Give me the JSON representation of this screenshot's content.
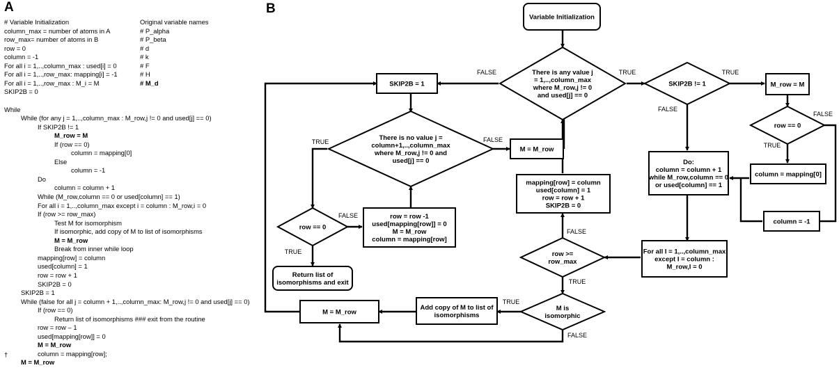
{
  "panelA": {
    "letter": "A",
    "original_header": "Original variable names",
    "code_lines": [
      {
        "text": "# Variable Initialization",
        "indent": 0,
        "bold": false
      },
      {
        "text": "column_max = number of atoms in A",
        "indent": 0,
        "bold": false
      },
      {
        "text": "row_max= number of atoms in B",
        "indent": 0,
        "bold": false
      },
      {
        "text": "row = 0",
        "indent": 0,
        "bold": false
      },
      {
        "text": "column = -1",
        "indent": 0,
        "bold": false
      },
      {
        "text": "For all i = 1,..,column_max : used[i] = 0",
        "indent": 0,
        "bold": false
      },
      {
        "text": "For all i = 1,..,row_max: mapping[i] = -1",
        "indent": 0,
        "bold": false
      },
      {
        "text": "For all i = 1,..,row_max : M_i = M",
        "indent": 0,
        "bold": false
      },
      {
        "text": "SKIP2B = 0",
        "indent": 0,
        "bold": false
      },
      {
        "text": "",
        "indent": 0,
        "bold": false
      },
      {
        "text": "While",
        "indent": 0,
        "bold": false
      },
      {
        "text": "While (for any j = 1,..,column_max : M_row,j != 0 and used[j] == 0)",
        "indent": 1,
        "bold": false
      },
      {
        "text": "If SKIP2B != 1",
        "indent": 2,
        "bold": false
      },
      {
        "text": "M_row = M",
        "indent": 3,
        "bold": true
      },
      {
        "text": "If (row == 0)",
        "indent": 3,
        "bold": false
      },
      {
        "text": "column = mapping[0]",
        "indent": 4,
        "bold": false
      },
      {
        "text": "Else",
        "indent": 3,
        "bold": false
      },
      {
        "text": "column = -1",
        "indent": 4,
        "bold": false
      },
      {
        "text": "Do",
        "indent": 2,
        "bold": false
      },
      {
        "text": "column = column + 1",
        "indent": 3,
        "bold": false
      },
      {
        "text": "While (M_row,column == 0 or used[column] == 1)",
        "indent": 2,
        "bold": false
      },
      {
        "text": "For all i = 1,..,column_max except i = column : M_row,i = 0",
        "indent": 2,
        "bold": false
      },
      {
        "text": "If (row >= row_max)",
        "indent": 2,
        "bold": false
      },
      {
        "text": "Test M for isomorphism",
        "indent": 3,
        "bold": false
      },
      {
        "text": "If isomorphic, add copy of M to list of isomorphisms",
        "indent": 3,
        "bold": false
      },
      {
        "text": "M = M_row",
        "indent": 3,
        "bold": true
      },
      {
        "text": "Break from inner while loop",
        "indent": 3,
        "bold": false
      },
      {
        "text": "mapping[row] = column",
        "indent": 2,
        "bold": false
      },
      {
        "text": "used[column] = 1",
        "indent": 2,
        "bold": false
      },
      {
        "text": "row = row + 1",
        "indent": 2,
        "bold": false
      },
      {
        "text": "SKIP2B = 0",
        "indent": 2,
        "bold": false
      },
      {
        "text": "SKIP2B = 1",
        "indent": 1,
        "bold": false
      },
      {
        "text": "While (false for all j = column + 1,..,column_max: M_row,j != 0 and used[j] == 0)",
        "indent": 1,
        "bold": false
      },
      {
        "text": "If (row == 0)",
        "indent": 2,
        "bold": false
      },
      {
        "text": "Return list of isomorphisms ### exit from the routine",
        "indent": 3,
        "bold": false
      },
      {
        "text": "row = row – 1",
        "indent": 2,
        "bold": false
      },
      {
        "text": "used[mapping[row]] = 0",
        "indent": 2,
        "bold": false
      },
      {
        "text": "M = M_row",
        "indent": 2,
        "bold": true
      },
      {
        "text": "column = mapping[row];",
        "indent": 2,
        "bold": false
      },
      {
        "text": "M = M_row",
        "indent": 1,
        "bold": true
      }
    ],
    "original_names": [
      "# P_alpha",
      "# P_beta",
      "# d",
      "# k",
      "# F",
      "# H",
      "# M_d"
    ],
    "dagger": "†"
  },
  "panelB": {
    "letter": "B",
    "nodes": {
      "init": "Variable Initialization",
      "any_value": [
        "There is any value j",
        "= 1,..,column_max",
        "where M_row,j != 0",
        "and used[j] == 0"
      ],
      "skip_check": "SKIP2B != 1",
      "mrow_m": "M_row = M",
      "row_eq0_right": "row == 0",
      "col_mapping0": "column = mapping[0]",
      "col_minus1": "column = -1",
      "do_loop": [
        "Do:",
        "column = column + 1",
        "while M_row,column == 0",
        "or used[column] == 1"
      ],
      "for_all": [
        "For all I = 1,..,column_max",
        "except I = column :",
        "M_row,I = 0"
      ],
      "row_ge": [
        "row >=",
        "row_max"
      ],
      "update": [
        "mapping[row] = column",
        "used[column] = 1",
        "row = row + 1",
        "SKIP2B = 0"
      ],
      "m_is_iso": [
        "M is",
        "isomorphic"
      ],
      "add_copy": [
        "Add copy of M to list of",
        "isomorphisms"
      ],
      "m_mrow_bottom": "M = M_row",
      "skip2b_1": "SKIP2B = 1",
      "no_value": [
        "There is no value j =",
        "column+1,..,column_max",
        "where M_row,j != 0 and",
        "used[j] == 0"
      ],
      "m_mrow_mid": "M = M_row",
      "row_eq0_left": "row == 0",
      "backtrack": [
        "row = row -1",
        "used[mapping[row]] = 0",
        "M = M_row",
        "column = mapping[row]"
      ],
      "return": [
        "Return list of",
        "isomorphisms and exit"
      ]
    },
    "labels": {
      "true": "TRUE",
      "false": "FALSE"
    }
  }
}
